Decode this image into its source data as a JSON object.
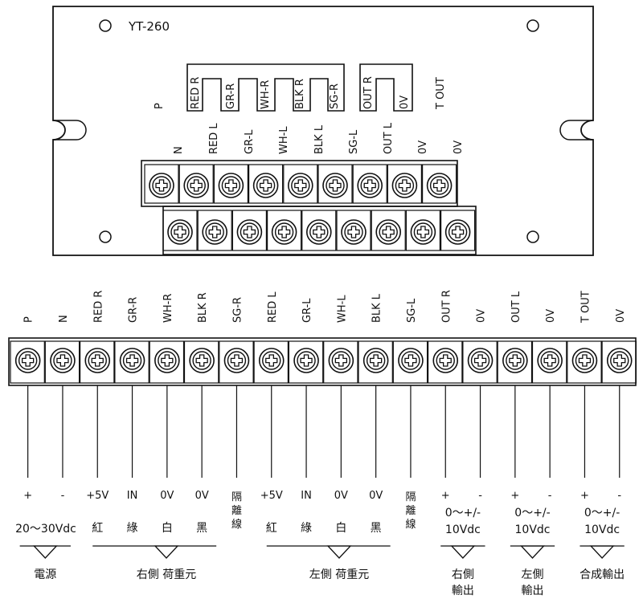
{
  "model": "YT-260",
  "top_connector_labels": [
    "P",
    "RED R",
    "GR-R",
    "WH-R",
    "BLK R",
    "SG-R",
    "OUT R",
    "0V",
    "T OUT"
  ],
  "upper_row_labels": [
    "N",
    "RED L",
    "GR-L",
    "WH-L",
    "BLK L",
    "SG-L",
    "OUT L",
    "0V",
    "0V"
  ],
  "strip_labels": [
    "P",
    "N",
    "RED R",
    "GR-R",
    "WH-R",
    "BLK R",
    "SG-R",
    "RED L",
    "GR-L",
    "WH-L",
    "BLK L",
    "SG-L",
    "OUT R",
    "0V",
    "OUT L",
    "0V",
    "T OUT",
    "0V"
  ],
  "bottom_values": [
    "+",
    "-",
    "+5V",
    "IN",
    "0V",
    "0V",
    "隔離線",
    "+5V",
    "IN",
    "0V",
    "0V",
    "隔離線",
    "+",
    "-",
    "+",
    "-",
    "+",
    "-"
  ],
  "bottom_chinese": [
    "",
    "",
    "紅",
    "綠",
    "白",
    "黑",
    "",
    "紅",
    "綠",
    "白",
    "黑",
    "",
    "",
    "",
    "",
    "",
    "",
    ""
  ],
  "supply_range": "20～30Vdc",
  "output_range_top": "0～+/-",
  "output_range_bottom": "10Vdc",
  "groups": [
    "電源",
    "右側 荷重元",
    "左側 荷重元",
    "右側輸出",
    "左側輸出",
    "合成輸出"
  ]
}
